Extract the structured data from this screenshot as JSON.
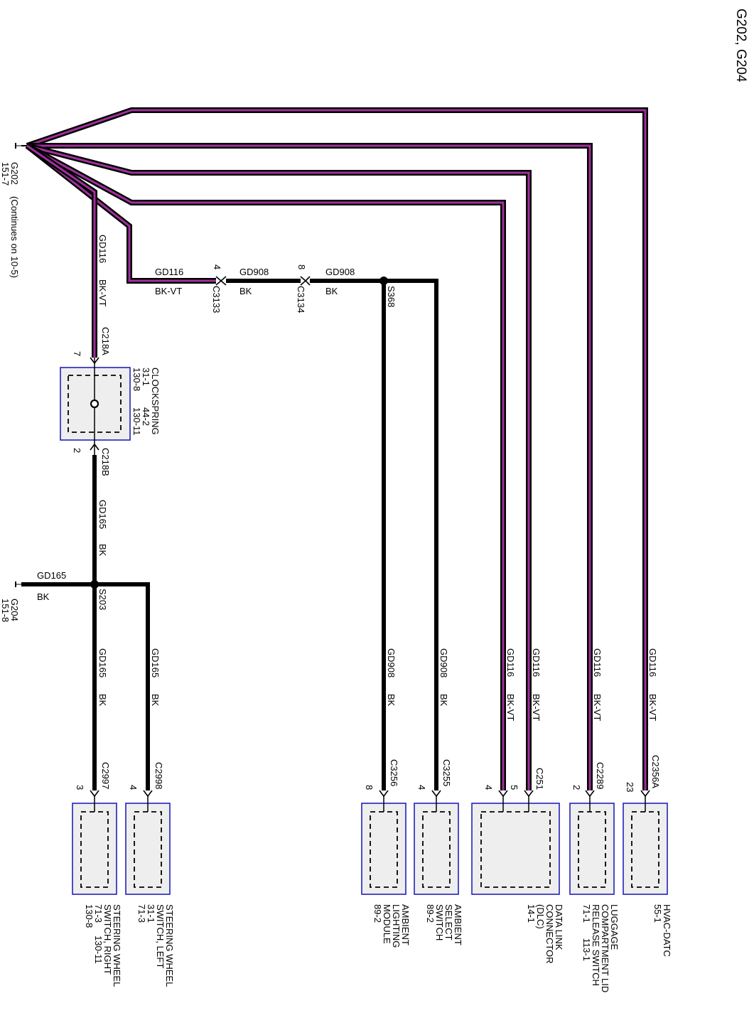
{
  "title": "G202, G204",
  "grounds": {
    "g202": {
      "name": "G202",
      "ref": "151-7",
      "note": "(Continues on 10-5)"
    },
    "g204": {
      "name": "G204",
      "ref": "151-8"
    }
  },
  "splices": {
    "s368": "S368",
    "s203": "S203"
  },
  "inline_connectors": {
    "c3133": {
      "name": "C3133",
      "pin": "4"
    },
    "c3134": {
      "name": "C3134",
      "pin": "8"
    }
  },
  "clockspring": {
    "name": "CLOCKSPRING",
    "refs": [
      "31-1",
      "44-2",
      "130-8",
      "130-11"
    ],
    "top_connector": "C218A",
    "top_pin": "7",
    "bottom_connector": "C218B",
    "bottom_pin": "2"
  },
  "wires": {
    "gd116": "GD116",
    "gd908": "GD908",
    "gd165": "GD165",
    "bk_vt": "BK-VT",
    "bk": "BK"
  },
  "components": [
    {
      "id": "sw_right",
      "lines": [
        "STEERING WHEEL",
        "SWITCH, RIGHT",
        "71-3     130-11",
        "130-8"
      ],
      "connector": "C2997",
      "pin": "3"
    },
    {
      "id": "sw_left",
      "lines": [
        "STEERING WHEEL",
        "SWITCH, LEFT",
        "31-1",
        "71-3"
      ],
      "connector": "C2998",
      "pin": "4"
    },
    {
      "id": "alm",
      "lines": [
        "AMBIENT",
        "LIGHTING",
        "MODULE",
        "89-2"
      ],
      "connector": "C3256",
      "pin": "8"
    },
    {
      "id": "ass",
      "lines": [
        "AMBIENT",
        "SELECT",
        "SWITCH",
        "89-2"
      ],
      "connector": "C3255",
      "pin": "4"
    },
    {
      "id": "dlc",
      "lines": [
        "DATA LINK",
        "CONNECTOR",
        "(DLC)",
        "14-1"
      ],
      "connector": "C251",
      "pin": "4",
      "pin2": "5"
    },
    {
      "id": "lug",
      "lines": [
        "LUGGAGE",
        "COMPARTMENT LID",
        "RELEASE SWITCH",
        "71-1      113-1"
      ],
      "connector": "C2289",
      "pin": "2"
    },
    {
      "id": "hvac",
      "lines": [
        "HVAC-DATC",
        "55-1"
      ],
      "connector": "C2356A",
      "pin": "23"
    }
  ],
  "colors": {
    "purple": "#a0309c",
    "component_border": "#2222bb",
    "component_fill": "#eeeeee"
  }
}
